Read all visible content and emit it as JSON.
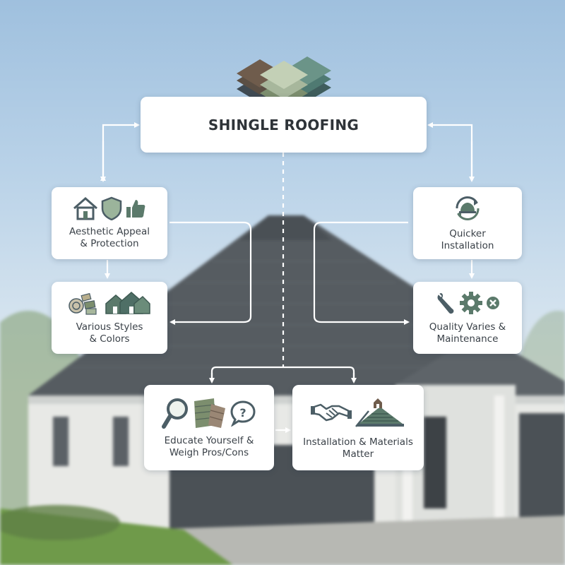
{
  "diagram": {
    "title": "SHINGLE ROOFING",
    "nodes": {
      "aesthetic": {
        "line1": "Aesthetic Appeal",
        "line2": "& Protection",
        "icons": [
          "house-icon",
          "shield-icon",
          "thumbs-up-icon"
        ]
      },
      "styles": {
        "line1": "Various Styles",
        "line2": "& Colors",
        "icons": [
          "shingle-samples-icon",
          "houses-icon"
        ]
      },
      "quicker": {
        "line1": "Quicker",
        "line2": "Installation",
        "icons": [
          "hard-hat-cycle-icon"
        ]
      },
      "quality": {
        "line1": "Quality Varies &",
        "line2": "Maintenance",
        "icons": [
          "wrench-icon",
          "gear-icon",
          "x-circle-icon"
        ]
      },
      "educate": {
        "line1": "Educate Yourself &",
        "line2": "Weigh Pros/Cons",
        "icons": [
          "magnifier-icon",
          "shingle-swatch-icon",
          "question-bubble-icon"
        ]
      },
      "install": {
        "line1": "Installation & Materials",
        "line2": "Matter",
        "icons": [
          "handshake-icon",
          "roof-icon"
        ]
      }
    },
    "colors": {
      "accent": "#5b7a6b",
      "accent_light": "#9bb49b",
      "icon_dark": "#4c5e66",
      "card_bg": "#ffffff",
      "text": "#3a4148",
      "connector": "#ffffff"
    }
  }
}
